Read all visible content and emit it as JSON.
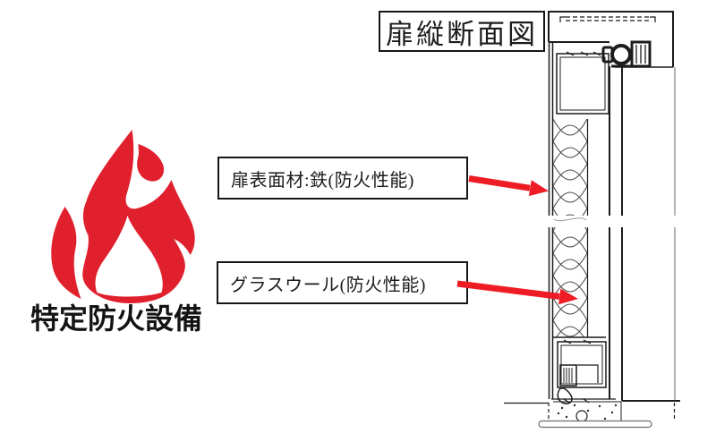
{
  "title_box": {
    "text": "扉縦断面図"
  },
  "callouts": [
    {
      "text": "扉表面材:鉄(防火性能)",
      "target": "door-steel-face"
    },
    {
      "text": "グラスウール(防火性能)",
      "target": "glass-wool-core"
    }
  ],
  "logo": {
    "caption": "特定防火設備",
    "flame_color": "#e1202e",
    "caption_color": "#141414"
  },
  "colors": {
    "arrow_red": "#ee1c25",
    "line_black": "#1c1c1c",
    "line_gray": "#9b9b9b"
  }
}
